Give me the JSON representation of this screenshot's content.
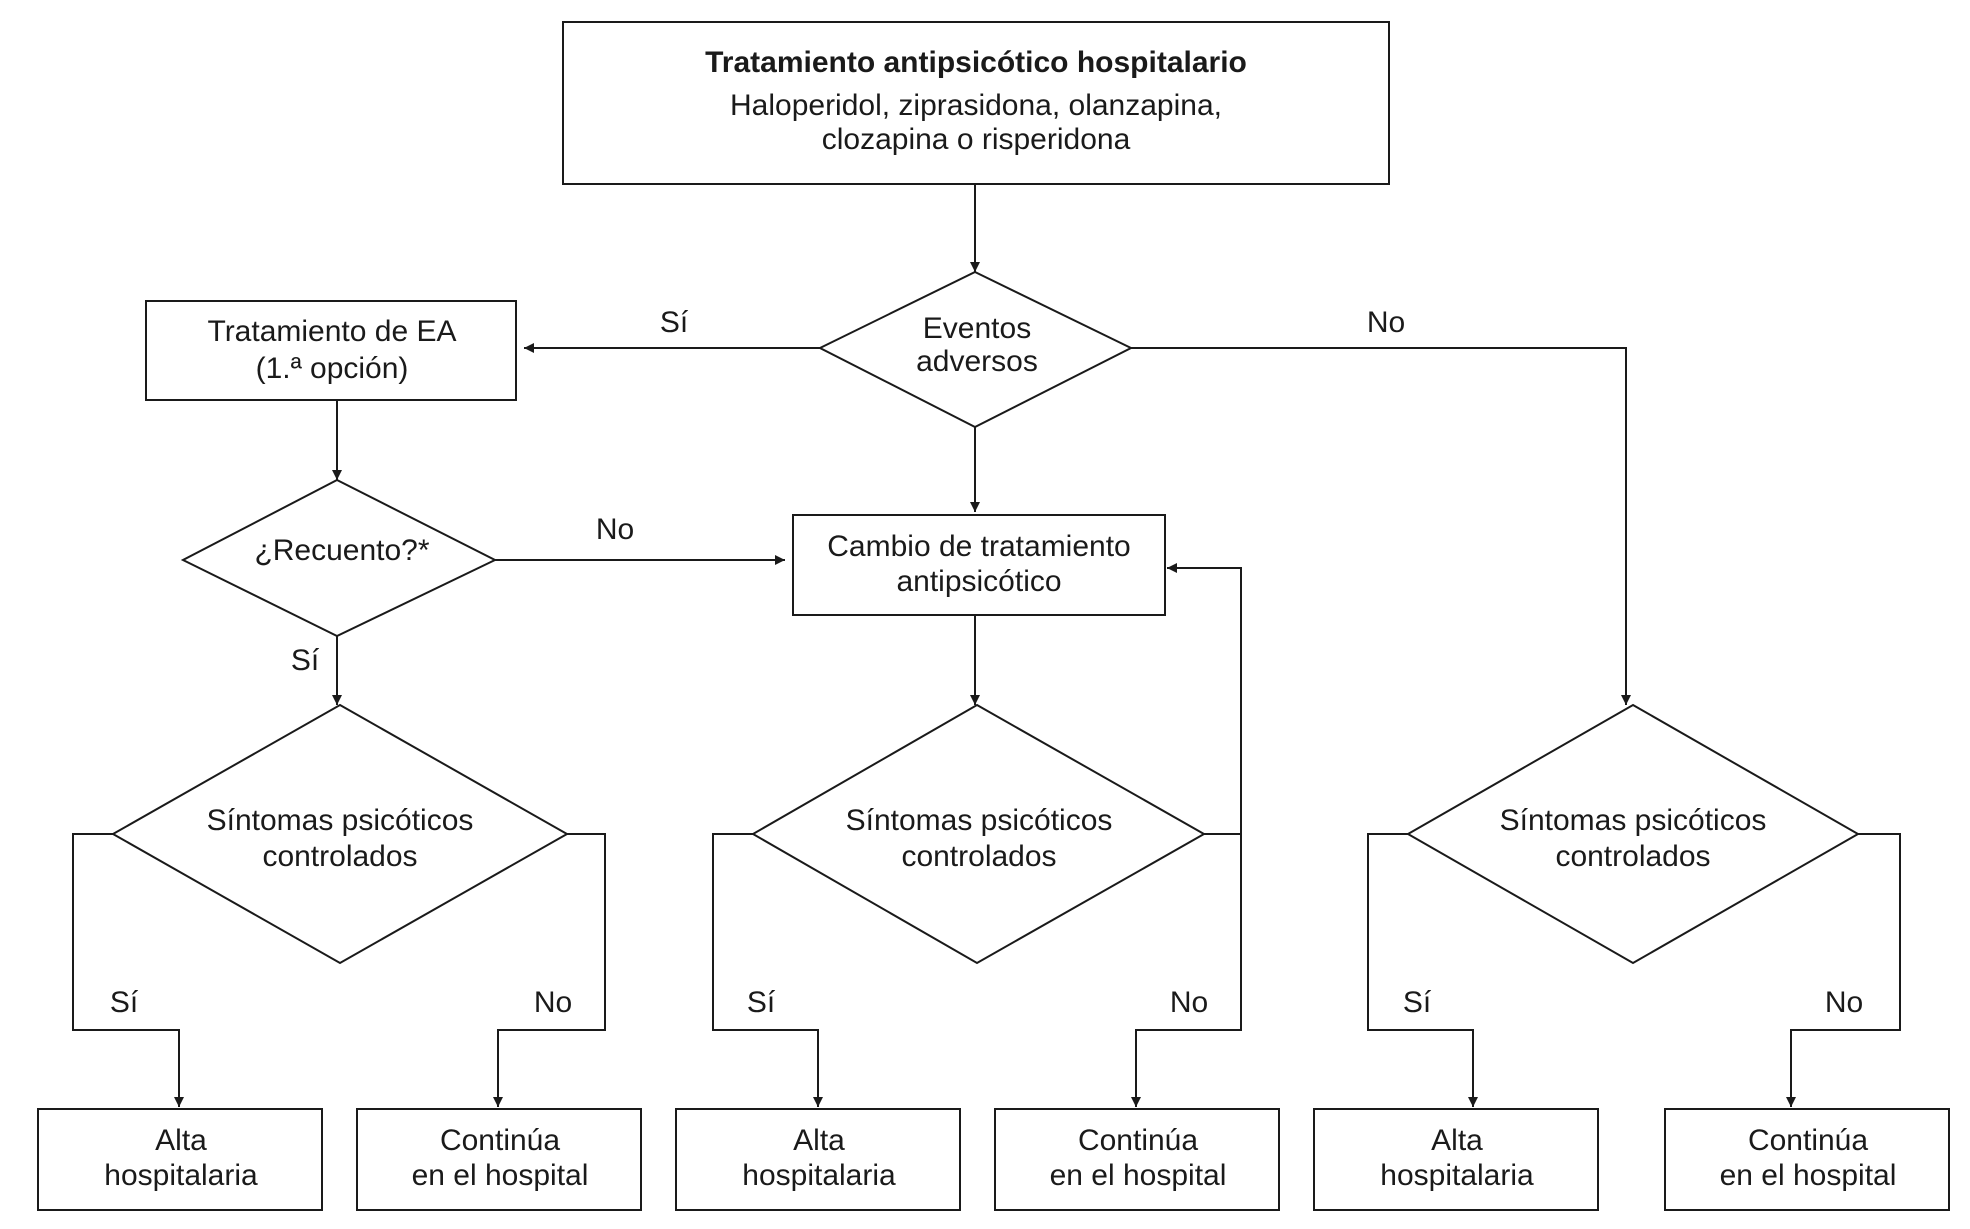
{
  "colors": {
    "ink": "#1a1a1a",
    "background": "#ffffff"
  },
  "top": {
    "title": "Tratamiento antipsicótico hospitalario",
    "line1": "Haloperidol, ziprasidona, olanzapina,",
    "line2": "clozapina o risperidona"
  },
  "adverse": {
    "line1": "Eventos",
    "line2": "adversos",
    "yes": "Sí",
    "no": "No"
  },
  "ea": {
    "line1": "Tratamiento de EA",
    "line2": "(1.ª opción)"
  },
  "recount": {
    "label": "¿Recuento?*",
    "yes": "Sí",
    "no": "No"
  },
  "change": {
    "line1": "Cambio de tratamiento",
    "line2": "antipsicótico"
  },
  "symptoms": {
    "line1": "Síntomas psicóticos",
    "line2": "controlados",
    "yes": "Sí",
    "no": "No"
  },
  "discharge": {
    "line1": "Alta",
    "line2": "hospitalaria"
  },
  "stay": {
    "line1": "Continúa",
    "line2": "en el hospital"
  }
}
